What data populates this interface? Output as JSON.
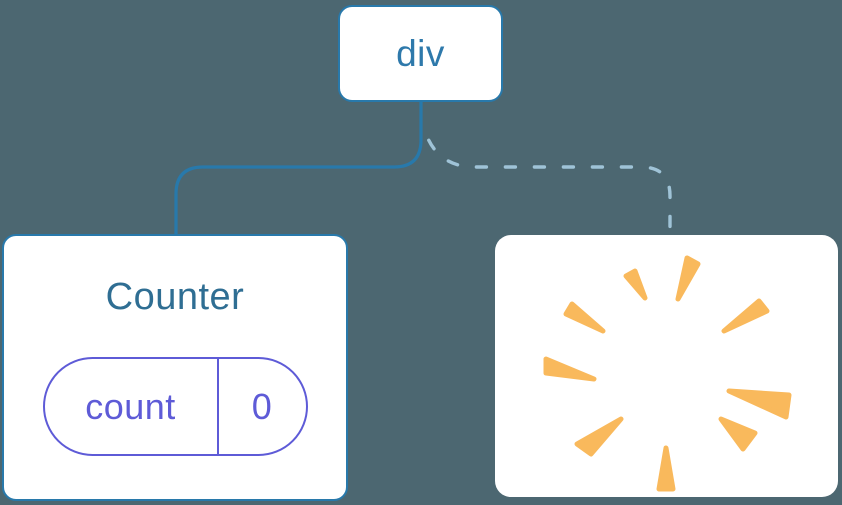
{
  "colors": {
    "background": "#4C6771",
    "box_fill": "#FFFFFF",
    "node_border": "#2879AB",
    "tree_edge_solid": "#2879AB",
    "tree_edge_dashed": "#9FC3D7",
    "root_label_text": "#2E79AB",
    "counter_title_text": "#2F6E93",
    "state_pill": "#5E5BD7",
    "poof_burst": "#F9B95C"
  },
  "diagram": {
    "root_node": {
      "label": "div"
    },
    "edges": {
      "to_counter": {
        "style": "solid"
      },
      "to_removed": {
        "style": "dashed"
      }
    },
    "counter_node": {
      "title": "Counter",
      "state_pill": {
        "name": "count",
        "value": "0"
      }
    },
    "removed_node": {
      "icon": "poof-burst-icon"
    }
  }
}
